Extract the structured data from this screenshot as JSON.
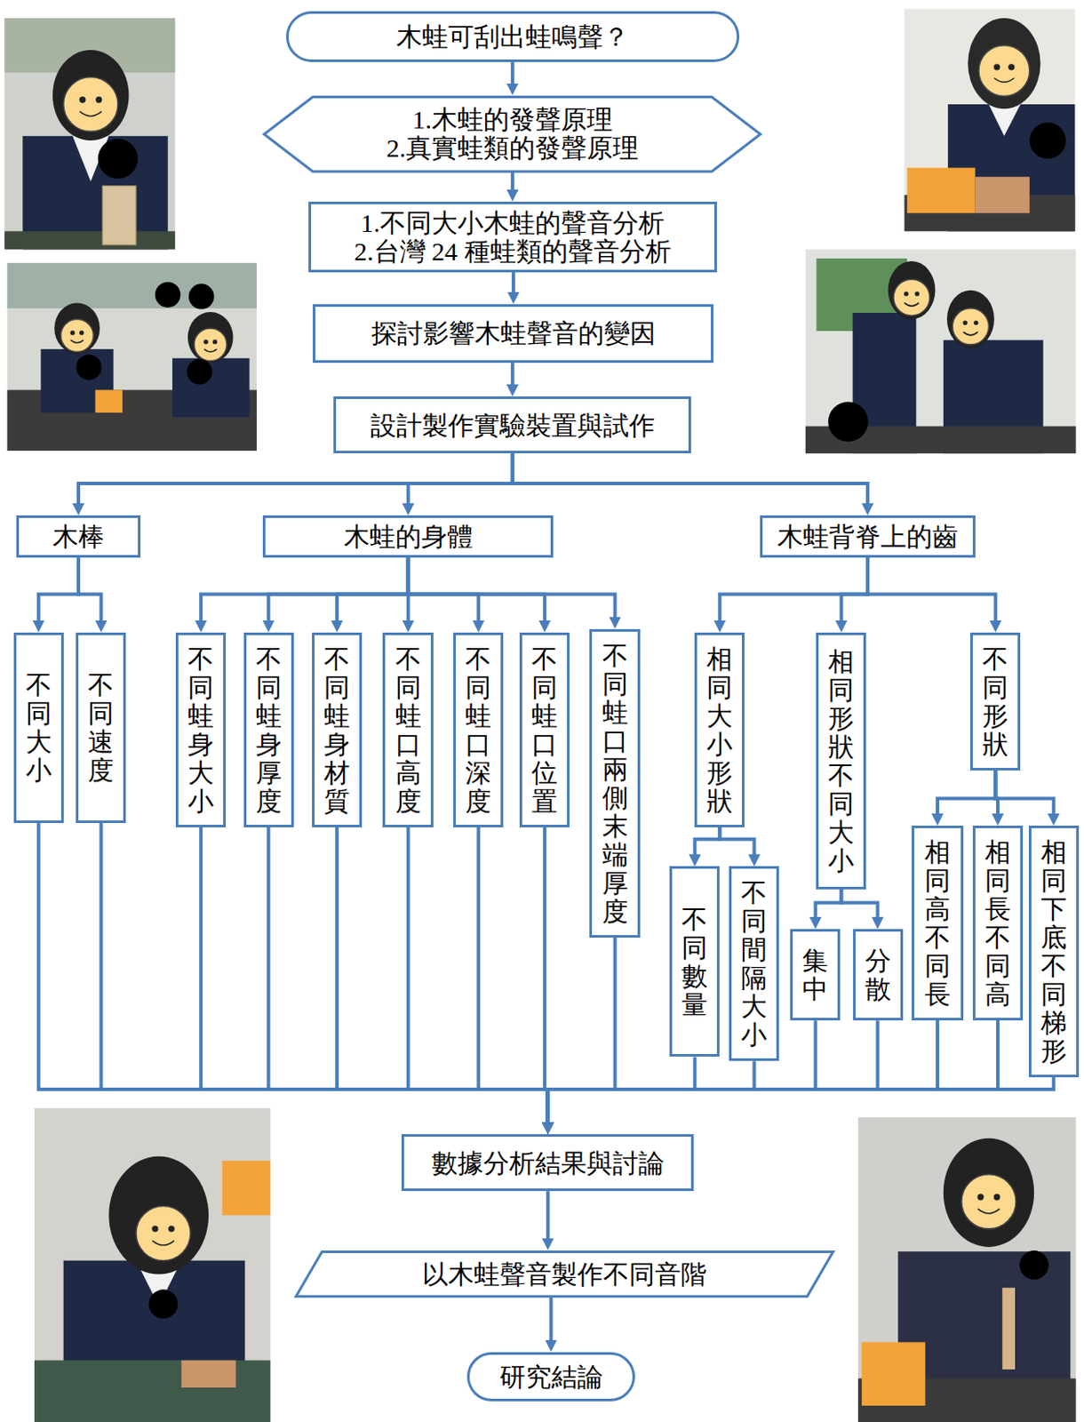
{
  "diagram": {
    "nodes": [
      {
        "text": [
          "木蛙可刮出蛙鳴聲？"
        ]
      },
      {
        "text": [
          "1.木蛙的發聲原理",
          "2.真實蛙類的發聲原理"
        ]
      },
      {
        "text": [
          "1.不同大小木蛙的聲音分析",
          "2.台灣 24 種蛙類的聲音分析"
        ]
      },
      {
        "text": [
          "探討影響木蛙聲音的變因"
        ]
      },
      {
        "text": [
          "設計製作實驗裝置與試作"
        ]
      },
      {
        "text": [
          "木棒"
        ]
      },
      {
        "text": [
          "木蛙的身體"
        ]
      },
      {
        "text": [
          "木蛙背脊上的齒"
        ]
      },
      {
        "text": [
          "不同大小"
        ]
      },
      {
        "text": [
          "不同速度"
        ]
      },
      {
        "text": [
          "不同蛙身大小"
        ]
      },
      {
        "text": [
          "不同蛙身厚度"
        ]
      },
      {
        "text": [
          "不同蛙身材質"
        ]
      },
      {
        "text": [
          "不同蛙口高度"
        ]
      },
      {
        "text": [
          "不同蛙口深度"
        ]
      },
      {
        "text": [
          "不同蛙口位置"
        ]
      },
      {
        "text": [
          "不同蛙口兩側末端厚度"
        ]
      },
      {
        "text": [
          "相同大小形狀"
        ]
      },
      {
        "text": [
          "相同形狀不同大小"
        ]
      },
      {
        "text": [
          "不同形狀"
        ]
      },
      {
        "text": [
          "不同數量"
        ]
      },
      {
        "text": [
          "不同間隔大小"
        ]
      },
      {
        "text": [
          "集中"
        ]
      },
      {
        "text": [
          "分散"
        ]
      },
      {
        "text": [
          "相同高不同長"
        ]
      },
      {
        "text": [
          "相同長不同高"
        ]
      },
      {
        "text": [
          "相同下底不同梯形"
        ]
      },
      {
        "text": [
          "數據分析結果與討論"
        ]
      },
      {
        "text": [
          "以木蛙聲音製作不同音階"
        ]
      },
      {
        "text": [
          "研究結論"
        ]
      }
    ],
    "edges": [
      {
        "from": 0,
        "to": 1,
        "arrow": "to"
      },
      {
        "from": 1,
        "to": 2,
        "arrow": "to"
      },
      {
        "from": 2,
        "to": 3,
        "arrow": "to"
      },
      {
        "from": 3,
        "to": 4,
        "arrow": "to"
      },
      {
        "from": 4,
        "to": 5,
        "arrow": "to"
      },
      {
        "from": 4,
        "to": 6,
        "arrow": "to"
      },
      {
        "from": 4,
        "to": 7,
        "arrow": "to"
      },
      {
        "from": 5,
        "to": 8,
        "arrow": "to"
      },
      {
        "from": 5,
        "to": 9,
        "arrow": "to"
      },
      {
        "from": 6,
        "to": 10,
        "arrow": "to"
      },
      {
        "from": 6,
        "to": 11,
        "arrow": "to"
      },
      {
        "from": 6,
        "to": 12,
        "arrow": "to"
      },
      {
        "from": 6,
        "to": 13,
        "arrow": "to"
      },
      {
        "from": 6,
        "to": 14,
        "arrow": "to"
      },
      {
        "from": 6,
        "to": 15,
        "arrow": "to"
      },
      {
        "from": 6,
        "to": 16,
        "arrow": "to"
      },
      {
        "from": 7,
        "to": 17,
        "arrow": "to"
      },
      {
        "from": 7,
        "to": 18,
        "arrow": "to"
      },
      {
        "from": 7,
        "to": 19,
        "arrow": "to"
      },
      {
        "from": 17,
        "to": 20,
        "arrow": "to"
      },
      {
        "from": 17,
        "to": 21,
        "arrow": "to"
      },
      {
        "from": 18,
        "to": 22,
        "arrow": "to"
      },
      {
        "from": 18,
        "to": 23,
        "arrow": "to"
      },
      {
        "from": 19,
        "to": 24,
        "arrow": "to"
      },
      {
        "from": 19,
        "to": 25,
        "arrow": "to"
      },
      {
        "from": 19,
        "to": 26,
        "arrow": "to"
      },
      {
        "from": 8,
        "to": 27,
        "arrow": "to"
      },
      {
        "from": 9,
        "to": 27,
        "arrow": "to"
      },
      {
        "from": 10,
        "to": 27,
        "arrow": "to"
      },
      {
        "from": 11,
        "to": 27,
        "arrow": "to"
      },
      {
        "from": 12,
        "to": 27,
        "arrow": "to"
      },
      {
        "from": 13,
        "to": 27,
        "arrow": "to"
      },
      {
        "from": 14,
        "to": 27,
        "arrow": "to"
      },
      {
        "from": 15,
        "to": 27,
        "arrow": "to"
      },
      {
        "from": 16,
        "to": 27,
        "arrow": "to"
      },
      {
        "from": 20,
        "to": 27,
        "arrow": "to"
      },
      {
        "from": 21,
        "to": 27,
        "arrow": "to"
      },
      {
        "from": 22,
        "to": 27,
        "arrow": "to"
      },
      {
        "from": 23,
        "to": 27,
        "arrow": "to"
      },
      {
        "from": 24,
        "to": 27,
        "arrow": "to"
      },
      {
        "from": 25,
        "to": 27,
        "arrow": "to"
      },
      {
        "from": 26,
        "to": 27,
        "arrow": "to"
      },
      {
        "from": 27,
        "to": 28,
        "arrow": "to"
      },
      {
        "from": 28,
        "to": 29,
        "arrow": "to"
      }
    ]
  }
}
